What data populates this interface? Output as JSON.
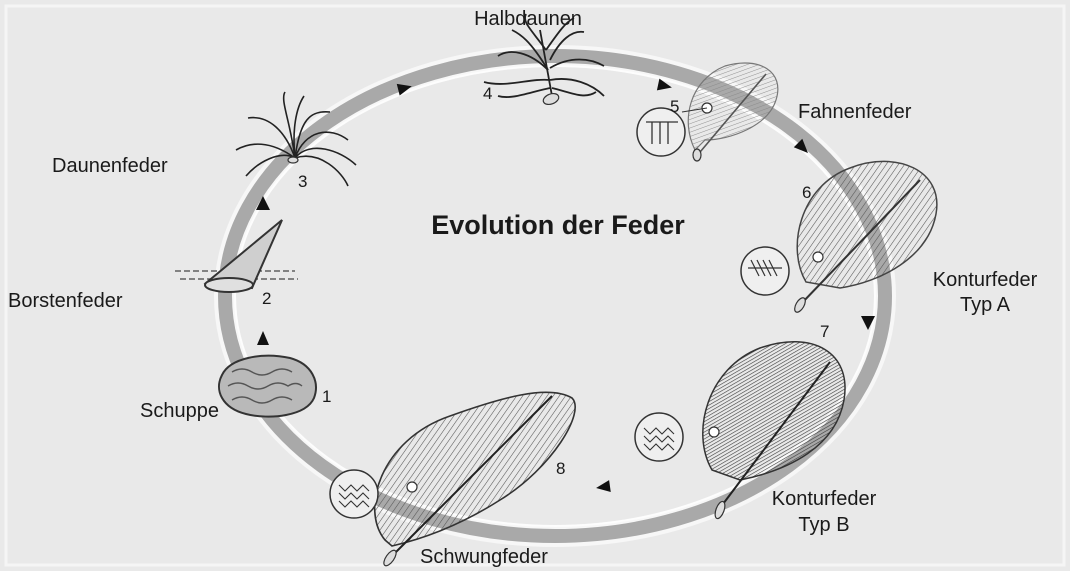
{
  "title": "Evolution der Feder",
  "stages": [
    {
      "number": "1",
      "name": "Schuppe"
    },
    {
      "number": "2",
      "name": "Borstenfeder"
    },
    {
      "number": "3",
      "name": "Daunenfeder"
    },
    {
      "number": "4",
      "name": "Halbdaunen"
    },
    {
      "number": "5",
      "name": "Fahnenfeder"
    },
    {
      "number": "6",
      "name": "Konturfeder",
      "name_line2": "Typ A"
    },
    {
      "number": "7",
      "name": "Konturfeder",
      "name_line2": "Typ B"
    },
    {
      "number": "8",
      "name": "Schwungfeder"
    }
  ],
  "colors": {
    "background": "#e9e9e9",
    "ring": "#a9a9a9",
    "feather_dark": "#4a4a4a",
    "feather_light": "#9a9a9a",
    "arrow": "#111111"
  }
}
